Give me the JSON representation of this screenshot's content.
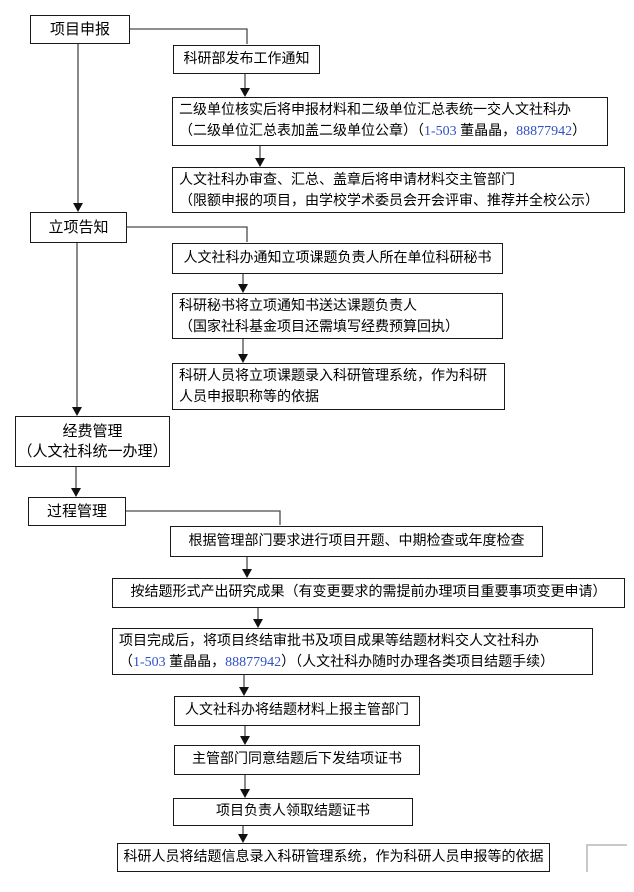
{
  "colors": {
    "page-bg": "#ffffff",
    "border": "#1a1a1a",
    "text": "#000000",
    "connector": "#4a4a4a",
    "connector-dark": "#111111",
    "number-blue": "#3050c8",
    "boundary": "#c9c9c9"
  },
  "flowchart": {
    "stage_application": {
      "label": "项目申报"
    },
    "stage_notice": {
      "label": "立项告知"
    },
    "stage_funding": {
      "line1": "经费管理",
      "line2": "（人文社科统一办理）"
    },
    "stage_process": {
      "label": "过程管理"
    },
    "steps": {
      "s1": {
        "text": "科研部发布工作通知"
      },
      "s2": {
        "line1": "二级单位核实后将申报材料和二级单位汇总表统一交人文社科办",
        "line2_pre": "（二级单位汇总表加盖二级单位公章）（",
        "room": "1-503",
        "name": " 董晶晶，",
        "phone": "88877942",
        "line2_post": "）"
      },
      "s3": {
        "line1": "人文社科办审查、汇总、盖章后将申请材料交主管部门",
        "line2": "（限额申报的项目，由学校学术委员会开会评审、推荐并全校公示）"
      },
      "s4": {
        "text": "人文社科办通知立项课题负责人所在单位科研秘书"
      },
      "s5": {
        "line1": "科研秘书将立项通知书送达课题负责人",
        "line2": "（国家社科基金项目还需填写经费预算回执）"
      },
      "s6": {
        "line1": "科研人员将立项课题录入科研管理系统，作为科研",
        "line2": "人员申报职称等的依据"
      },
      "s7": {
        "text": "根据管理部门要求进行项目开题、中期检查或年度检查"
      },
      "s8": {
        "text": "按结题形式产出研究成果（有变更要求的需提前办理项目重要事项变更申请）"
      },
      "s9": {
        "line1": "项目完成后，将项目终结审批书及项目成果等结题材料交人文社科办",
        "line2_pre": "（",
        "room": "1-503",
        "name": " 董晶晶，",
        "phone": "88877942",
        "line2_post": "）（人文社科办随时办理各类项目结题手续）"
      },
      "s10": {
        "text": "人文社科办将结题材料上报主管部门"
      },
      "s11": {
        "text": "主管部门同意结题后下发结项证书"
      },
      "s12": {
        "text": "项目负责人领取结题证书"
      },
      "s13": {
        "text": "科研人员将结题信息录入科研管理系统，作为科研人员申报等的依据"
      }
    }
  }
}
